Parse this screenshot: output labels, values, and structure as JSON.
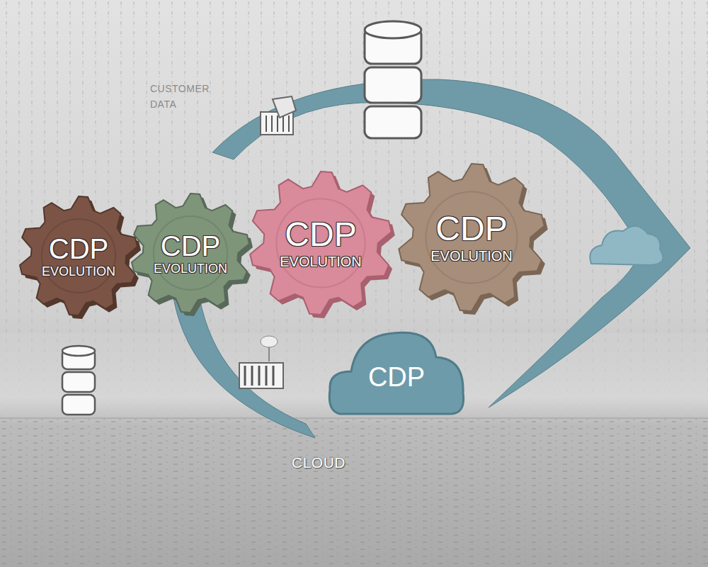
{
  "diagram": {
    "nodes": [
      {
        "text": [
          "CDP",
          "EVOLUTION"
        ]
      },
      {
        "text": [
          "CDP",
          "EVOLUTION"
        ]
      },
      {
        "text": [
          "CDP",
          "EVOLUTION"
        ]
      },
      {
        "text": [
          "CDP",
          "EVOLUTION"
        ]
      },
      {
        "text": [
          "CDP"
        ]
      }
    ],
    "labels": [
      "CUSTOMER DATA",
      "CLOUD"
    ]
  }
}
